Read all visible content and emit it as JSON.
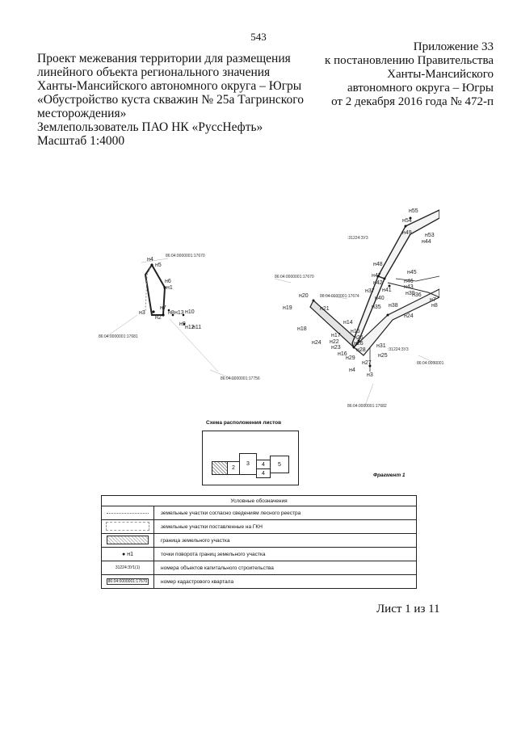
{
  "page_number": "543",
  "left_header": [
    "Проект межевания территории для размещения",
    "линейного объекта регионального значения",
    "Ханты-Мансийского автономного округа – Югры",
    "«Обустройство куста скважин № 25а Тагринского",
    "месторождения»",
    "Землепользователь ПАО НК «РуссНефть»",
    "Масштаб 1:4000"
  ],
  "right_header": [
    "Приложение 33",
    "к постановлению Правительства",
    "Ханты-Мансийского",
    "автономного округа – Югры",
    "от 2 декабря 2016 года № 472-п"
  ],
  "map_left": {
    "points": [
      "н4",
      "н5",
      "н6",
      "н1",
      "н3",
      "н2",
      "н7",
      "н8",
      "н13",
      "н10",
      "н9",
      "н12",
      "н11"
    ],
    "cadastral": [
      "86:04:0000001:17670",
      "86:04:0000001:17681",
      "86:04:0000001:17756"
    ]
  },
  "map_right": {
    "points": [
      "н55",
      "н54",
      "н49",
      "н53",
      "н44",
      "н48",
      "н45",
      "н47",
      "н46",
      "н42",
      "н43",
      "н37",
      "н41",
      "н39",
      "н40",
      "н35",
      "н38",
      "н36",
      "н7",
      "н8",
      "н24",
      "н20",
      "н19",
      "н21",
      "н18",
      "н14",
      "н15",
      "н17",
      "н24",
      "н22",
      "н23",
      "н25",
      "н16",
      "н26",
      "н29",
      "н28",
      "н31",
      "н25",
      "н27",
      "н4",
      "н3"
    ],
    "objects": [
      ":31224:ЗУ3",
      ":31224:ЗУ3"
    ],
    "cadastral": [
      "86:04:0000001:17670",
      "86:04:0000001:17674",
      "86:04:0000001",
      "86:04:0000001:17682"
    ]
  },
  "scheme": {
    "title": "Схема расположения листов",
    "sheets": [
      "2",
      "3",
      "4",
      "4",
      "5"
    ],
    "fragment_label": "Фрагмент 1"
  },
  "legend": {
    "header": "Условные обозначения",
    "rows": [
      {
        "symbol": "",
        "text": "земельные участки согласно сведениям лесного реестра"
      },
      {
        "symbol": "",
        "text": "земельные участки поставленные на ГКН"
      },
      {
        "symbol": "",
        "text": "граница земельного участка"
      },
      {
        "symbol": "н1",
        "text": "точки поворота границ земельного участка"
      },
      {
        "symbol": "31224:ЗУ1(1)",
        "text": "номера объектов капитального строительства"
      },
      {
        "symbol": "86:04:0000001:17670",
        "text": "номер кадастрового квартала"
      }
    ]
  },
  "sheet_of": "Лист 1 из 11"
}
